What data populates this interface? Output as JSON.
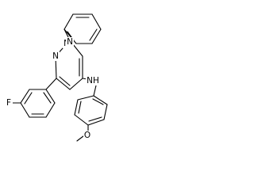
{
  "atoms": {
    "pyridine_n": "N",
    "pyrimidine_n3": "N",
    "pyrimidine_n1": "N",
    "fluorine": "F",
    "amine_nh": "NH",
    "ether_o": "O"
  },
  "colors": {
    "bond": "#000000",
    "background": "#ffffff"
  }
}
